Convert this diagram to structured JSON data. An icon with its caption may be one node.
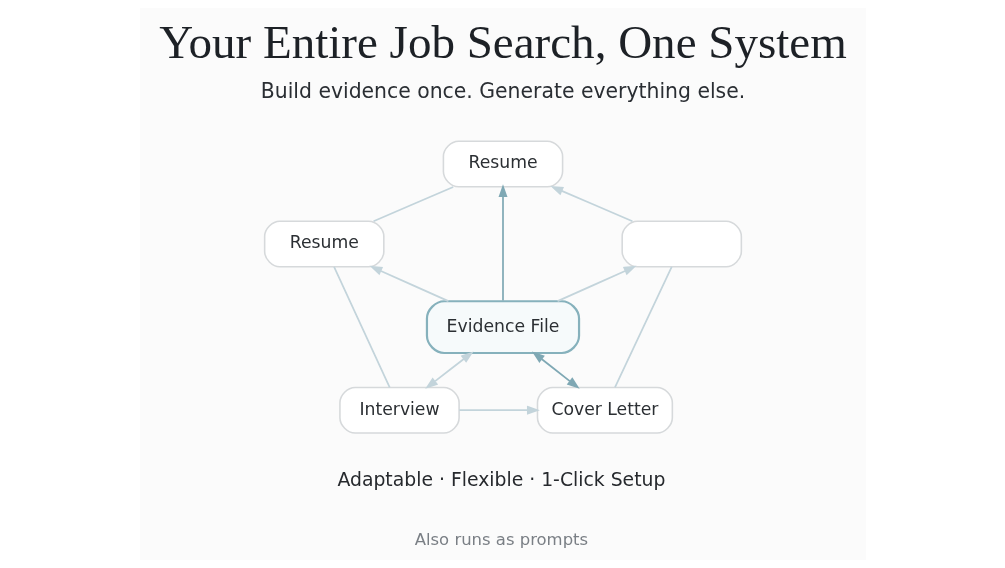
{
  "diagram": {
    "title": "Your Entire Job Search, One System",
    "nodes": [
      {
        "text": [
          "Resume"
        ]
      },
      {
        "text": [
          "Resume"
        ]
      },
      {
        "text": [],
        "shape": "box"
      },
      {
        "text": [
          "Evidence File"
        ]
      },
      {
        "text": [
          "Interview"
        ]
      },
      {
        "text": [
          "Cover Letter"
        ]
      }
    ],
    "edges": [
      {
        "from": 3,
        "to": 0,
        "arrow": "to",
        "color": "#7fa8b4"
      },
      {
        "from": 3,
        "to": 1,
        "arrow": "to"
      },
      {
        "from": 3,
        "to": 2,
        "arrow": "to"
      },
      {
        "from": 4,
        "to": 3,
        "arrow": "both"
      },
      {
        "from": 5,
        "to": 3,
        "arrow": "both",
        "color": "#7fa8b4"
      },
      {
        "from": 1,
        "to": 0,
        "arrow": "none"
      },
      {
        "from": 2,
        "to": 0,
        "arrow": "to"
      },
      {
        "from": 4,
        "to": 1,
        "arrow": "none"
      },
      {
        "from": 5,
        "to": 2,
        "arrow": "none"
      },
      {
        "from": 4,
        "to": 5,
        "arrow": "to"
      }
    ],
    "labels": [
      "Build evidence once. Generate everything else.",
      "Adaptable · Flexible · 1-Click Setup",
      "Also runs as prompts"
    ]
  }
}
